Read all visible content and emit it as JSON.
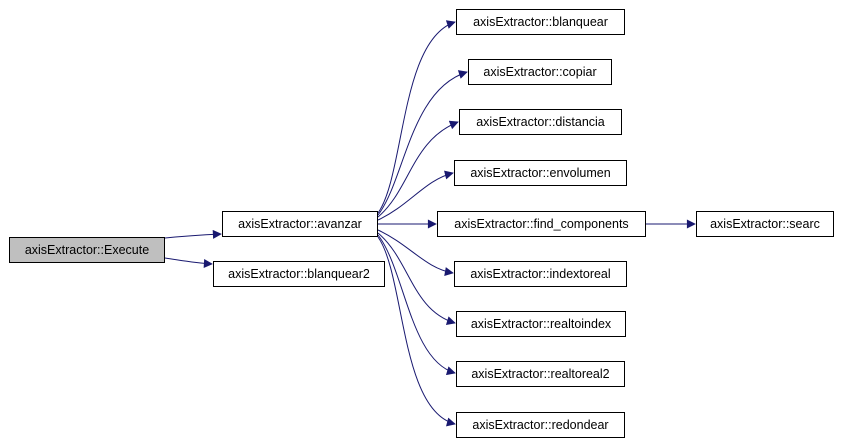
{
  "nodes": {
    "execute": "axisExtractor::Execute",
    "avanzar": "axisExtractor::avanzar",
    "blanquear2": "axisExtractor::blanquear2",
    "blanquear": "axisExtractor::blanquear",
    "copiar": "axisExtractor::copiar",
    "distancia": "axisExtractor::distancia",
    "envolumen": "axisExtractor::envolumen",
    "find_components": "axisExtractor::find_components",
    "searc": "axisExtractor::searc",
    "indextoreal": "axisExtractor::indextoreal",
    "realtoindex": "axisExtractor::realtoindex",
    "realtoreal2": "axisExtractor::realtoreal2",
    "redondear": "axisExtractor::redondear"
  },
  "colors": {
    "edge": "#191970",
    "root_fill": "#bfbfbf",
    "node_border": "#000000"
  }
}
